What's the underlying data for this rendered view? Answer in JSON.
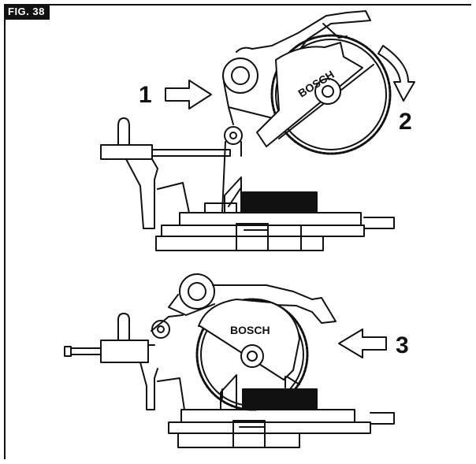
{
  "figure": {
    "label": "FIG. 38"
  },
  "steps": {
    "step1": "1",
    "step2": "2",
    "step3": "3"
  },
  "brand": {
    "upper_saw": "BOSCH",
    "lower_saw": "BOSCH"
  },
  "colors": {
    "ink": "#111111",
    "paper": "#ffffff"
  }
}
